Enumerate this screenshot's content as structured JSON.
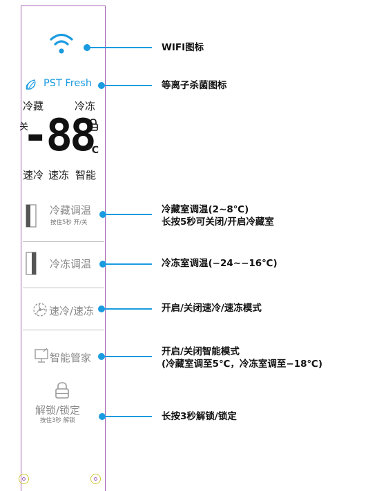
{
  "panel": {
    "pst_fresh": "PST Fresh",
    "labels": {
      "fridge": "冷藏",
      "freezer": "冷冻",
      "off": "关",
      "digits": "-88",
      "unit": "℃",
      "fast_cool": "速冷",
      "fast_freeze": "速冻",
      "smart": "智能"
    },
    "buttons": {
      "fridge_temp": "冷藏调温",
      "fridge_temp_sub": "按住5秒 开/关",
      "freezer_temp": "冷冻调温",
      "fast_mode": "速冷/速冻",
      "smart_butler": "智能管家",
      "unlock": "解锁/锁定",
      "unlock_sub": "按住3秒 解锁"
    }
  },
  "callouts": {
    "wifi": "WIFI图标",
    "plasma": "等离子杀菌图标",
    "fridge_line1": "冷藏室调温(2~8℃)",
    "fridge_line2": "长按5秒可关闭/开启冷藏室",
    "freezer": "冷冻室调温(−24~−16℃)",
    "fast": "开启/关闭速冷/速冻模式",
    "smart_line1": "开启/关闭智能模式",
    "smart_line2": "(冷藏室调至5℃，冷冻室调至−18℃)",
    "lock": "长按3秒解锁/锁定"
  },
  "colors": {
    "accent": "#1a9be0",
    "panel_border": "#a35fb3",
    "gray_text": "#8a8a8a"
  }
}
